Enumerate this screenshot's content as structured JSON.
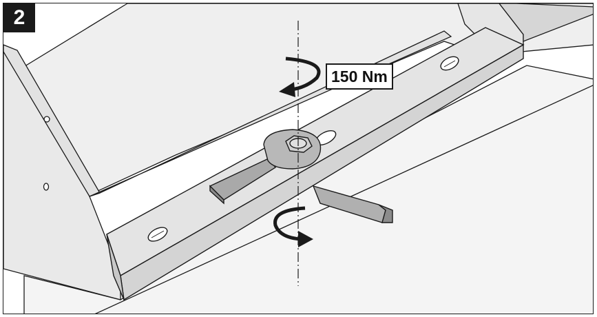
{
  "step": {
    "number": "2"
  },
  "torque": {
    "value_label": "150 Nm"
  },
  "icons": {
    "tighten_arrow": "curved-arrow-counterclockwise-icon",
    "counterhold_arrow": "curved-arrow-clockwise-icon",
    "axis_line": "dash-dot-center-line"
  },
  "colors": {
    "line": "#1a1a1a",
    "panel": "#e9e9e9",
    "rail": "#dcdcdc",
    "wrench": "#a8a8a8",
    "badge": "#1a1a1a"
  }
}
